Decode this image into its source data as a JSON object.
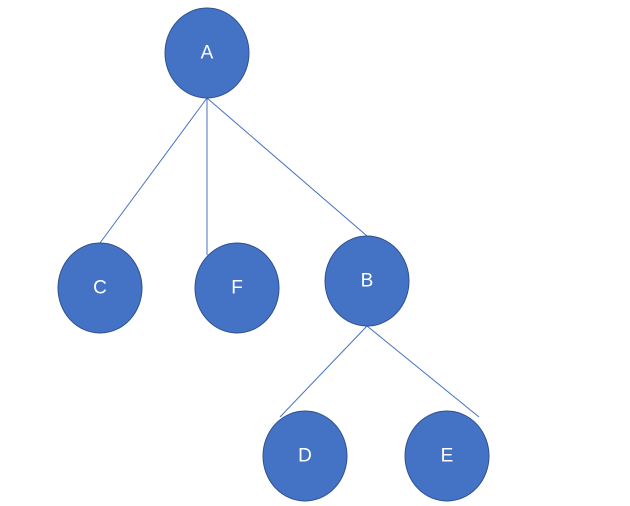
{
  "diagram": {
    "type": "tree",
    "colors": {
      "node_fill": "#4472c4",
      "node_stroke": "#2f528f",
      "edge": "#4472c4",
      "label": "#ffffff",
      "background": "#ffffff"
    },
    "nodes": [
      {
        "id": "A",
        "label": "A"
      },
      {
        "id": "C",
        "label": "C"
      },
      {
        "id": "F",
        "label": "F"
      },
      {
        "id": "B",
        "label": "B"
      },
      {
        "id": "D",
        "label": "D"
      },
      {
        "id": "E",
        "label": "E"
      }
    ],
    "edges": [
      {
        "from": "A",
        "to": "C"
      },
      {
        "from": "A",
        "to": "F"
      },
      {
        "from": "A",
        "to": "B"
      },
      {
        "from": "B",
        "to": "D"
      },
      {
        "from": "B",
        "to": "E"
      }
    ]
  }
}
